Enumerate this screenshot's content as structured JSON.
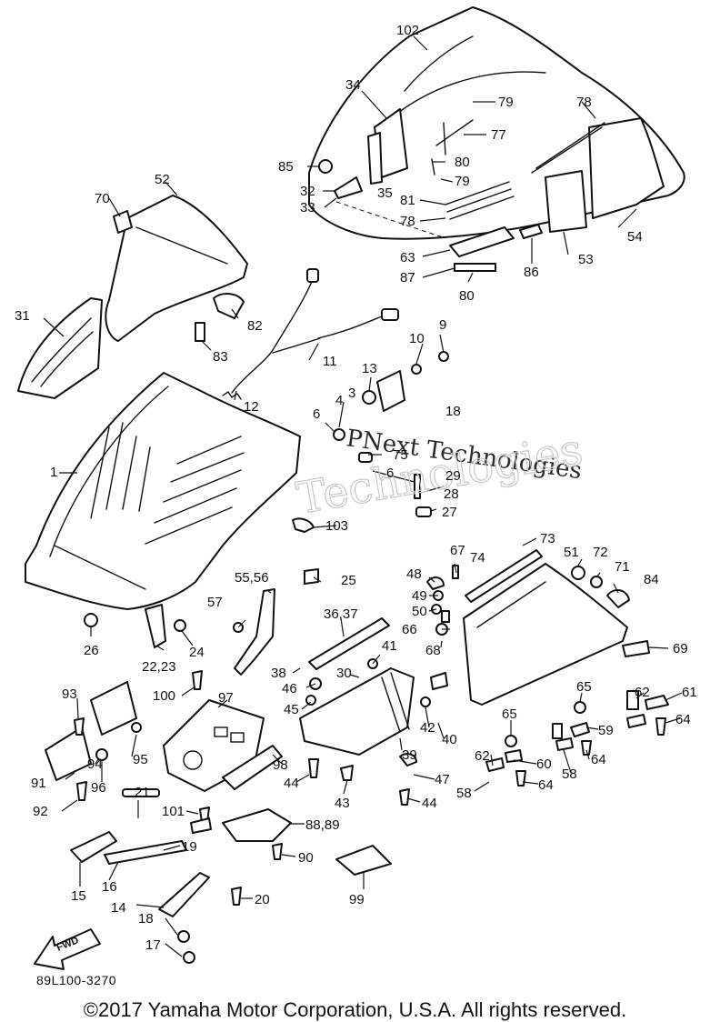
{
  "watermark": {
    "line1": "PNext Technologies",
    "line2": "Technologies"
  },
  "diagram_code": "89L100-3270",
  "copyright": "©2017 Yamaha Motor Corporation, U.S.A. All rights reserved.",
  "fwd_label": "FWD",
  "labels": {
    "p102": "102",
    "p34": "34",
    "p79a": "79",
    "p78a": "78",
    "p77": "77",
    "p85": "85",
    "p35": "35",
    "p80a": "80",
    "p79b": "79",
    "p32": "32",
    "p33": "33",
    "p81": "81",
    "p78b": "78",
    "p54": "54",
    "p63": "63",
    "p87": "87",
    "p86": "86",
    "p53": "53",
    "p80b": "80",
    "p70": "70",
    "p52": "52",
    "p82": "82",
    "p31": "31",
    "p83": "83",
    "p11": "11",
    "p9": "9",
    "p10": "10",
    "p13": "13",
    "p3": "3",
    "p18a": "18",
    "p4": "4",
    "p6a": "6",
    "p12": "12",
    "p1": "1",
    "p75": "75",
    "p6b": "6",
    "p29": "29",
    "p28": "28",
    "p27": "27",
    "p103": "103",
    "p73": "73",
    "p67": "67",
    "p74": "74",
    "p51": "51",
    "p72": "72",
    "p71": "71",
    "p84": "84",
    "p5556": "55,56",
    "p25": "25",
    "p48": "48",
    "p49": "49",
    "p50": "50",
    "p57": "57",
    "p3637": "36,37",
    "p66": "66",
    "p68": "68",
    "p69": "69",
    "p26": "26",
    "p2223": "22,23",
    "p24": "24",
    "p41": "41",
    "p38": "38",
    "p30": "30",
    "p46": "46",
    "p93": "93",
    "p100": "100",
    "p97": "97",
    "p45": "45",
    "p65a": "65",
    "p62a": "62",
    "p61": "61",
    "p42": "42",
    "p40": "40",
    "p65b": "65",
    "p59": "59",
    "p64a": "64",
    "p62b": "62",
    "p94": "94",
    "p95": "95",
    "p98": "98",
    "p39": "39",
    "p58a": "58",
    "p91": "91",
    "p96": "96",
    "p60": "60",
    "p64b": "64",
    "p44a": "44",
    "p47": "47",
    "p58b": "58",
    "p64c": "64",
    "p92": "92",
    "p21": "21",
    "p43": "43",
    "p44b": "44",
    "p101": "101",
    "p8889": "88,89",
    "p19": "19",
    "p90": "90",
    "p15": "15",
    "p16": "16",
    "p99": "99",
    "p14": "14",
    "p20": "20",
    "p18b": "18",
    "p17": "17"
  }
}
